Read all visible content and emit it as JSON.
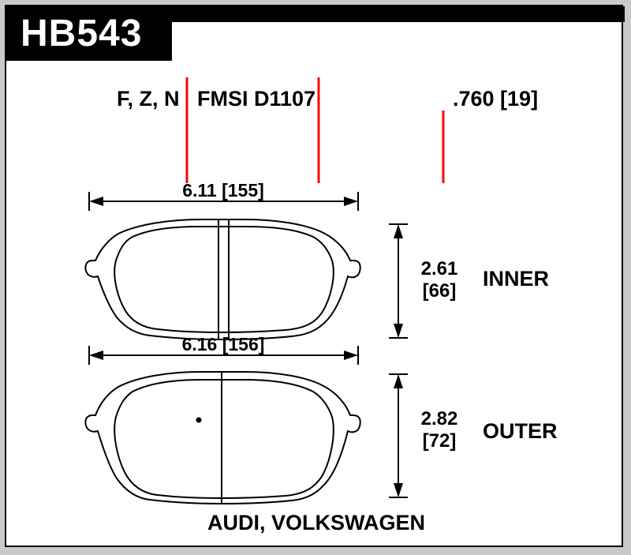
{
  "part": {
    "number": "HB543"
  },
  "specs": {
    "compounds": "F, Z, N",
    "fmsi": "FMSI D1107",
    "pad_thickness": ".760 [19]"
  },
  "inner_pad": {
    "width_dim": "6.11 [155]",
    "height_in": "2.61",
    "height_mm": "[66]",
    "label": "INNER"
  },
  "outer_pad": {
    "width_dim": "6.16 [156]",
    "height_in": "2.82",
    "height_mm": "[72]",
    "label": "OUTER"
  },
  "footer": {
    "vehicles": "AUDI, VOLKSWAGEN"
  },
  "colors": {
    "accent_red": "#fe0000",
    "ink": "#000000",
    "panel_bg": "#ffffff",
    "margin_bg": "#c9c9c9"
  }
}
